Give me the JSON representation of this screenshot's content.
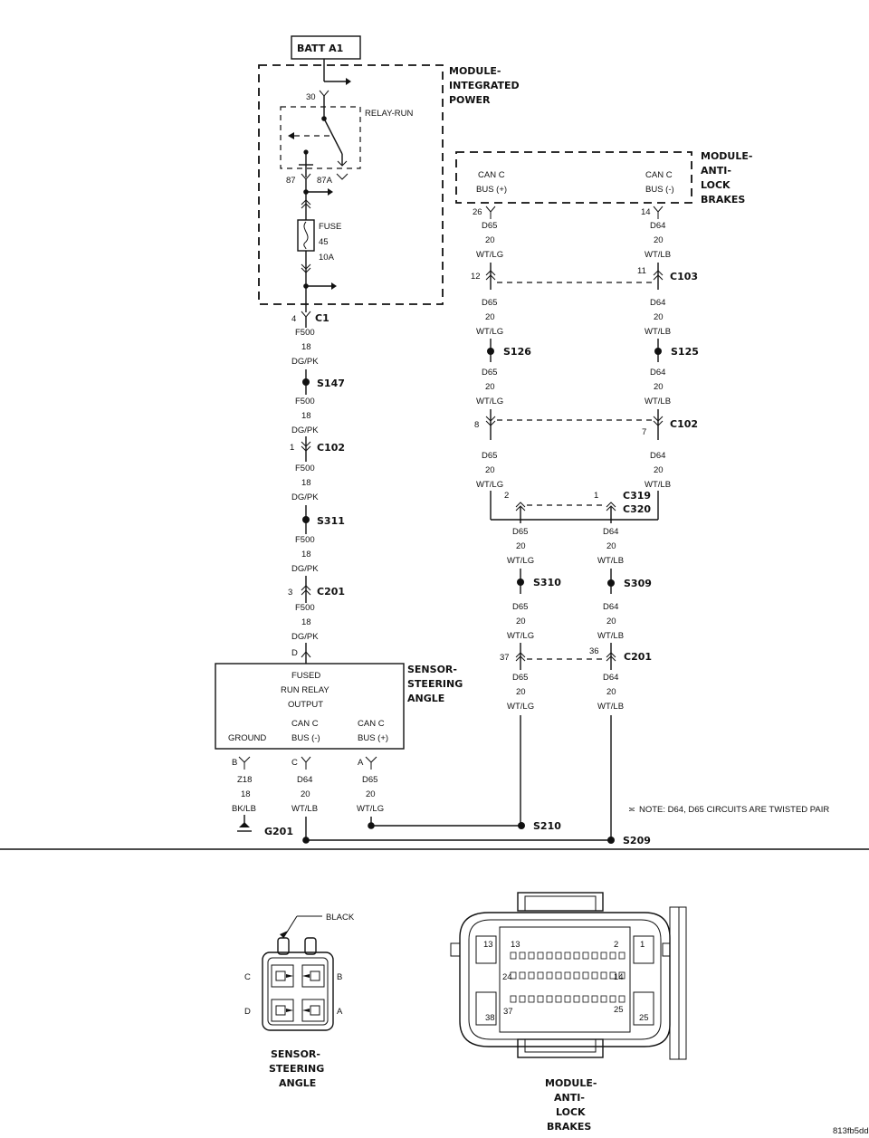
{
  "batt": "BATT A1",
  "modules": {
    "ipm": [
      "MODULE-",
      "INTEGRATED",
      "POWER"
    ],
    "abs": [
      "MODULE-",
      "ANTI-",
      "LOCK",
      "BRAKES"
    ],
    "ssa": [
      "SENSOR-",
      "STEERING",
      "ANGLE"
    ]
  },
  "relay_label": "RELAY-RUN",
  "fuse": [
    "FUSE",
    "45",
    "10A"
  ],
  "pins": {
    "p30": "30",
    "p87": "87",
    "p87a": "87A",
    "p26": "26",
    "p14": "14",
    "p4": "4",
    "p12": "12",
    "p11": "11",
    "p8": "8",
    "p7": "7",
    "p1a": "1",
    "p2": "2",
    "p1b": "1",
    "p3": "3",
    "p37": "37",
    "p36": "36",
    "pD": "D",
    "pB": "B",
    "pC": "C",
    "pA": "A"
  },
  "connectors": {
    "c1": "C1",
    "c102a": "C102",
    "c103": "C103",
    "c102b": "C102",
    "c319": "C319",
    "c320": "C320",
    "c201a": "C201",
    "c201b": "C201"
  },
  "splices": {
    "s147": "S147",
    "s311": "S311",
    "s126": "S126",
    "s125": "S125",
    "s310": "S310",
    "s309": "S309",
    "s210": "S210",
    "s209": "S209",
    "g201": "G201"
  },
  "abs_pins": {
    "left": [
      "CAN C",
      "BUS (+)"
    ],
    "right": [
      "CAN C",
      "BUS (-)"
    ]
  },
  "wires": {
    "f500": [
      "F500",
      "18",
      "DG/PK"
    ],
    "d65": [
      "D65",
      "20",
      "WT/LG"
    ],
    "d64": [
      "D64",
      "20",
      "WT/LB"
    ],
    "z18": [
      "Z18",
      "18",
      "BK/LB"
    ]
  },
  "ssa_box": {
    "top": [
      "FUSED",
      "RUN RELAY",
      "OUTPUT"
    ],
    "ground": "GROUND",
    "bus_minus": [
      "CAN C",
      "BUS (-)"
    ],
    "bus_plus": [
      "CAN C",
      "BUS (+)"
    ]
  },
  "note": "NOTE:  D64, D65    CIRCUITS ARE TWISTED PAIR",
  "connector_views": {
    "ssa_color": "BLACK",
    "ssa_pins": [
      "C",
      "B",
      "D",
      "A"
    ],
    "ssa_title": [
      "SENSOR-",
      "STEERING",
      "ANGLE"
    ],
    "abs_pins": [
      "13",
      "13",
      "2",
      "1",
      "24",
      "14",
      "38",
      "37",
      "25",
      "25"
    ],
    "abs_title": [
      "MODULE-",
      "ANTI-",
      "LOCK",
      "BRAKES"
    ]
  },
  "figure_id": "813fb5dd"
}
